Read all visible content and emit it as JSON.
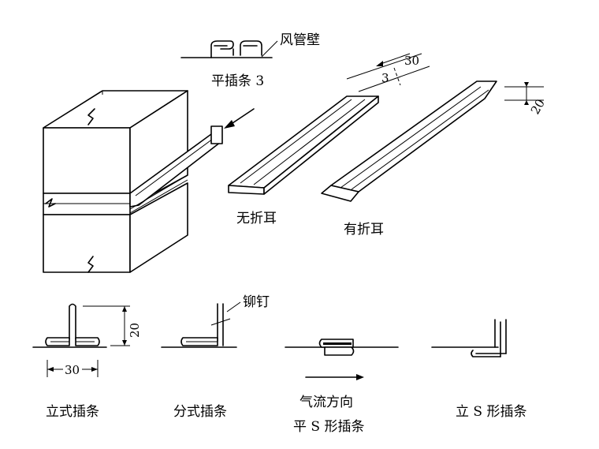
{
  "labels": {
    "duct_wall": "风管壁",
    "flat_strip": "平插条 3",
    "no_ear": "无折耳",
    "with_ear": "有折耳",
    "rivet": "铆钉",
    "standing_strip": "立式插条",
    "split_strip": "分式插条",
    "airflow_direction": "气流方向",
    "flat_s_strip": "平 S 形插条",
    "standing_s_strip": "立 S 形插条"
  },
  "dimensions": {
    "width_30_top": "30",
    "gap_3": "3",
    "height_20_right": "20",
    "height_20_left": "20",
    "width_30_bottom": "30"
  }
}
